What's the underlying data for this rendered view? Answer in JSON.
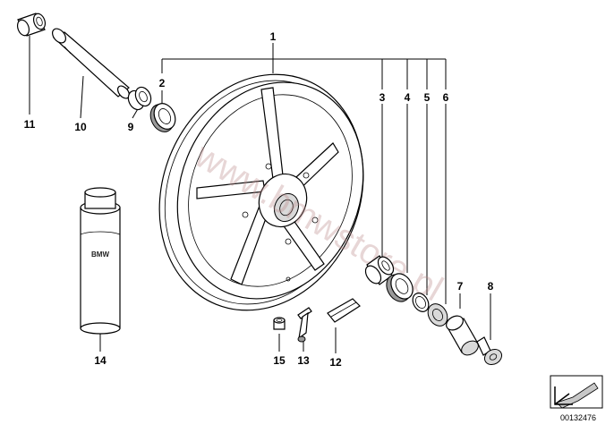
{
  "diagram": {
    "callouts": [
      "1",
      "2",
      "3",
      "4",
      "5",
      "6",
      "7",
      "8",
      "9",
      "10",
      "11",
      "12",
      "13",
      "14",
      "15"
    ],
    "spray_can_label": "BMW",
    "watermark": "www.bmwstore.pl",
    "part_number": "00132476",
    "nav_icon": "arrow-icon"
  }
}
